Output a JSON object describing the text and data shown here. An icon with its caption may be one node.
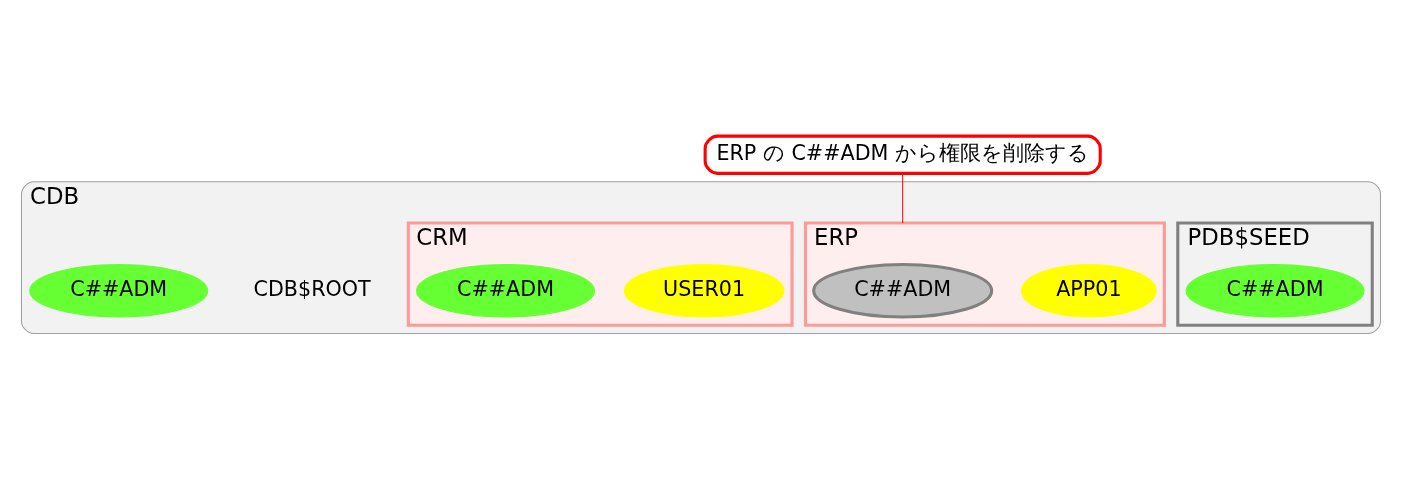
{
  "diagram": {
    "nodes": [
      {
        "text": [
          "CDB"
        ]
      },
      {
        "text": [
          "C##ADM"
        ],
        "in": 0
      },
      {
        "text": [
          "CRM"
        ],
        "in": 0
      },
      {
        "text": [
          "C##ADM"
        ],
        "in": 2
      },
      {
        "text": [
          "USER01"
        ],
        "in": 2
      },
      {
        "text": [
          "ERP"
        ],
        "in": 0
      },
      {
        "text": [
          "C##ADM"
        ],
        "in": 5
      },
      {
        "text": [
          "APP01"
        ],
        "in": 5
      },
      {
        "text": [
          "PDB$SEED"
        ],
        "in": 0
      },
      {
        "text": [
          "C##ADM"
        ],
        "in": 8
      },
      {
        "text": [
          "ERP の C##ADM から権限を削除する"
        ]
      }
    ],
    "edges": [
      {
        "from": 10,
        "to": 5,
        "arrow": "none",
        "color": "#ff0000"
      }
    ],
    "labels": [
      "CDB$ROOT"
    ]
  }
}
